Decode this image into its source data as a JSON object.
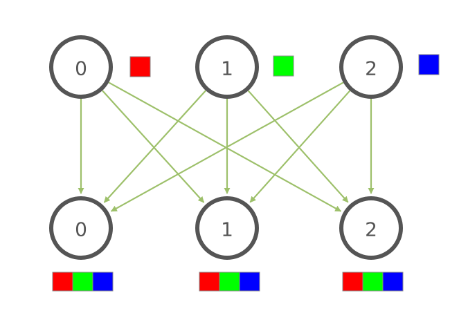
{
  "diagram": {
    "edge_color": "#9dc06a",
    "node_stroke_color": "#555555",
    "top_nodes": [
      {
        "label": "0",
        "color": "#ff0000"
      },
      {
        "label": "1",
        "color": "#00ff00"
      },
      {
        "label": "2",
        "color": "#0000ff"
      }
    ],
    "bottom_nodes": [
      {
        "label": "0",
        "colors": [
          "#ff0000",
          "#00ff00",
          "#0000ff"
        ]
      },
      {
        "label": "1",
        "colors": [
          "#ff0000",
          "#00ff00",
          "#0000ff"
        ]
      },
      {
        "label": "2",
        "colors": [
          "#ff0000",
          "#00ff00",
          "#0000ff"
        ]
      }
    ],
    "edges": [
      [
        0,
        0
      ],
      [
        0,
        1
      ],
      [
        0,
        2
      ],
      [
        1,
        0
      ],
      [
        1,
        1
      ],
      [
        1,
        2
      ],
      [
        2,
        0
      ],
      [
        2,
        1
      ],
      [
        2,
        2
      ]
    ]
  }
}
